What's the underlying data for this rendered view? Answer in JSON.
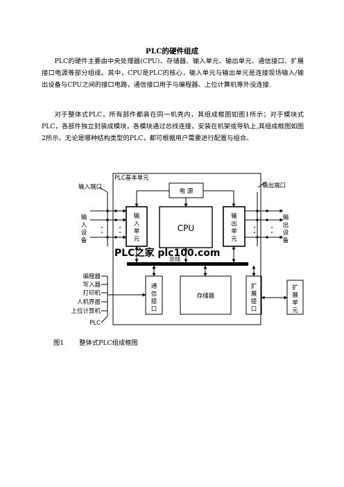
{
  "doc": {
    "title": "PLC的硬件组成",
    "p1": "PLC的硬件主要由中央处理器(CPU)、存储器、输入单元、输出单元、通信接口、扩展接口电源等部分组成。其中，CPU是PLC的核心，输入单元与输出单元是连接现场输入/输出设备与CPU之间的接口电路，通信接口用于与编程器、上位计算机等外设连接.",
    "p2": "对于整体式PLC，所有部件都装在同一机壳内，其组成框图如图1所示；对于模块式PLC，各部件独立封装成模块，各模块通过总线连接，安装在机架或导轨上,其组成框图如图2所示。无论是哪种结构类型的PLC，都可根据用户需要进行配置与组合。",
    "caption_num": "图1",
    "caption_text": "整体式PLC组成框图"
  },
  "diagram": {
    "basic_unit": "PLC基本单元",
    "input_port": "输入端口",
    "output_port": "输出端口",
    "power": "电 源",
    "input_unit": [
      "输",
      "入",
      "单",
      "元"
    ],
    "output_unit": [
      "输",
      "出",
      "单",
      "元"
    ],
    "cpu": "CPU",
    "input_device": [
      "输",
      "入",
      "设",
      "备"
    ],
    "output_device": [
      "输",
      "出",
      "设",
      "备"
    ],
    "watermark": "PLC之家 plc100.com",
    "bus": "总线",
    "comm_interface": [
      "通",
      "信",
      "接",
      "口"
    ],
    "memory": "存储器",
    "ext_interface": [
      "扩",
      "展",
      "接",
      "口"
    ],
    "ext_unit": [
      "扩",
      "展",
      "单",
      "元"
    ],
    "peripherals": [
      "编程器",
      "写入器",
      "打印机",
      "人机界面",
      "上位计算机",
      "PLC"
    ]
  }
}
